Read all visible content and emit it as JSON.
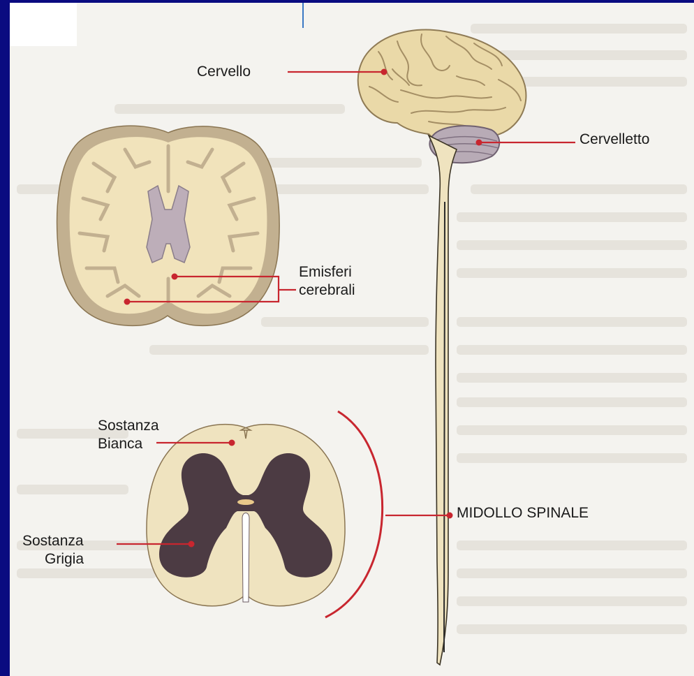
{
  "labels": {
    "cervello": "Cervello",
    "cervelletto": "Cervelletto",
    "emisferi_line1": "Emisferi",
    "emisferi_line2": "cerebrali",
    "bianca_line1": "Sostanza",
    "bianca_line2": "Bianca",
    "grigia_line1": "Sostanza",
    "grigia_line2": "Grigia",
    "midollo": "MIDOLLO SPINALE"
  },
  "colors": {
    "background_frame": "#0a0b80",
    "paper": "#f4f3ef",
    "brain_tan": "#e9d8aa",
    "outline_brown": "#8f7b55",
    "ventricle_lilac": "#bdaeb9",
    "gray_matter": "#4c3b43",
    "leader_red": "#c8262f"
  }
}
